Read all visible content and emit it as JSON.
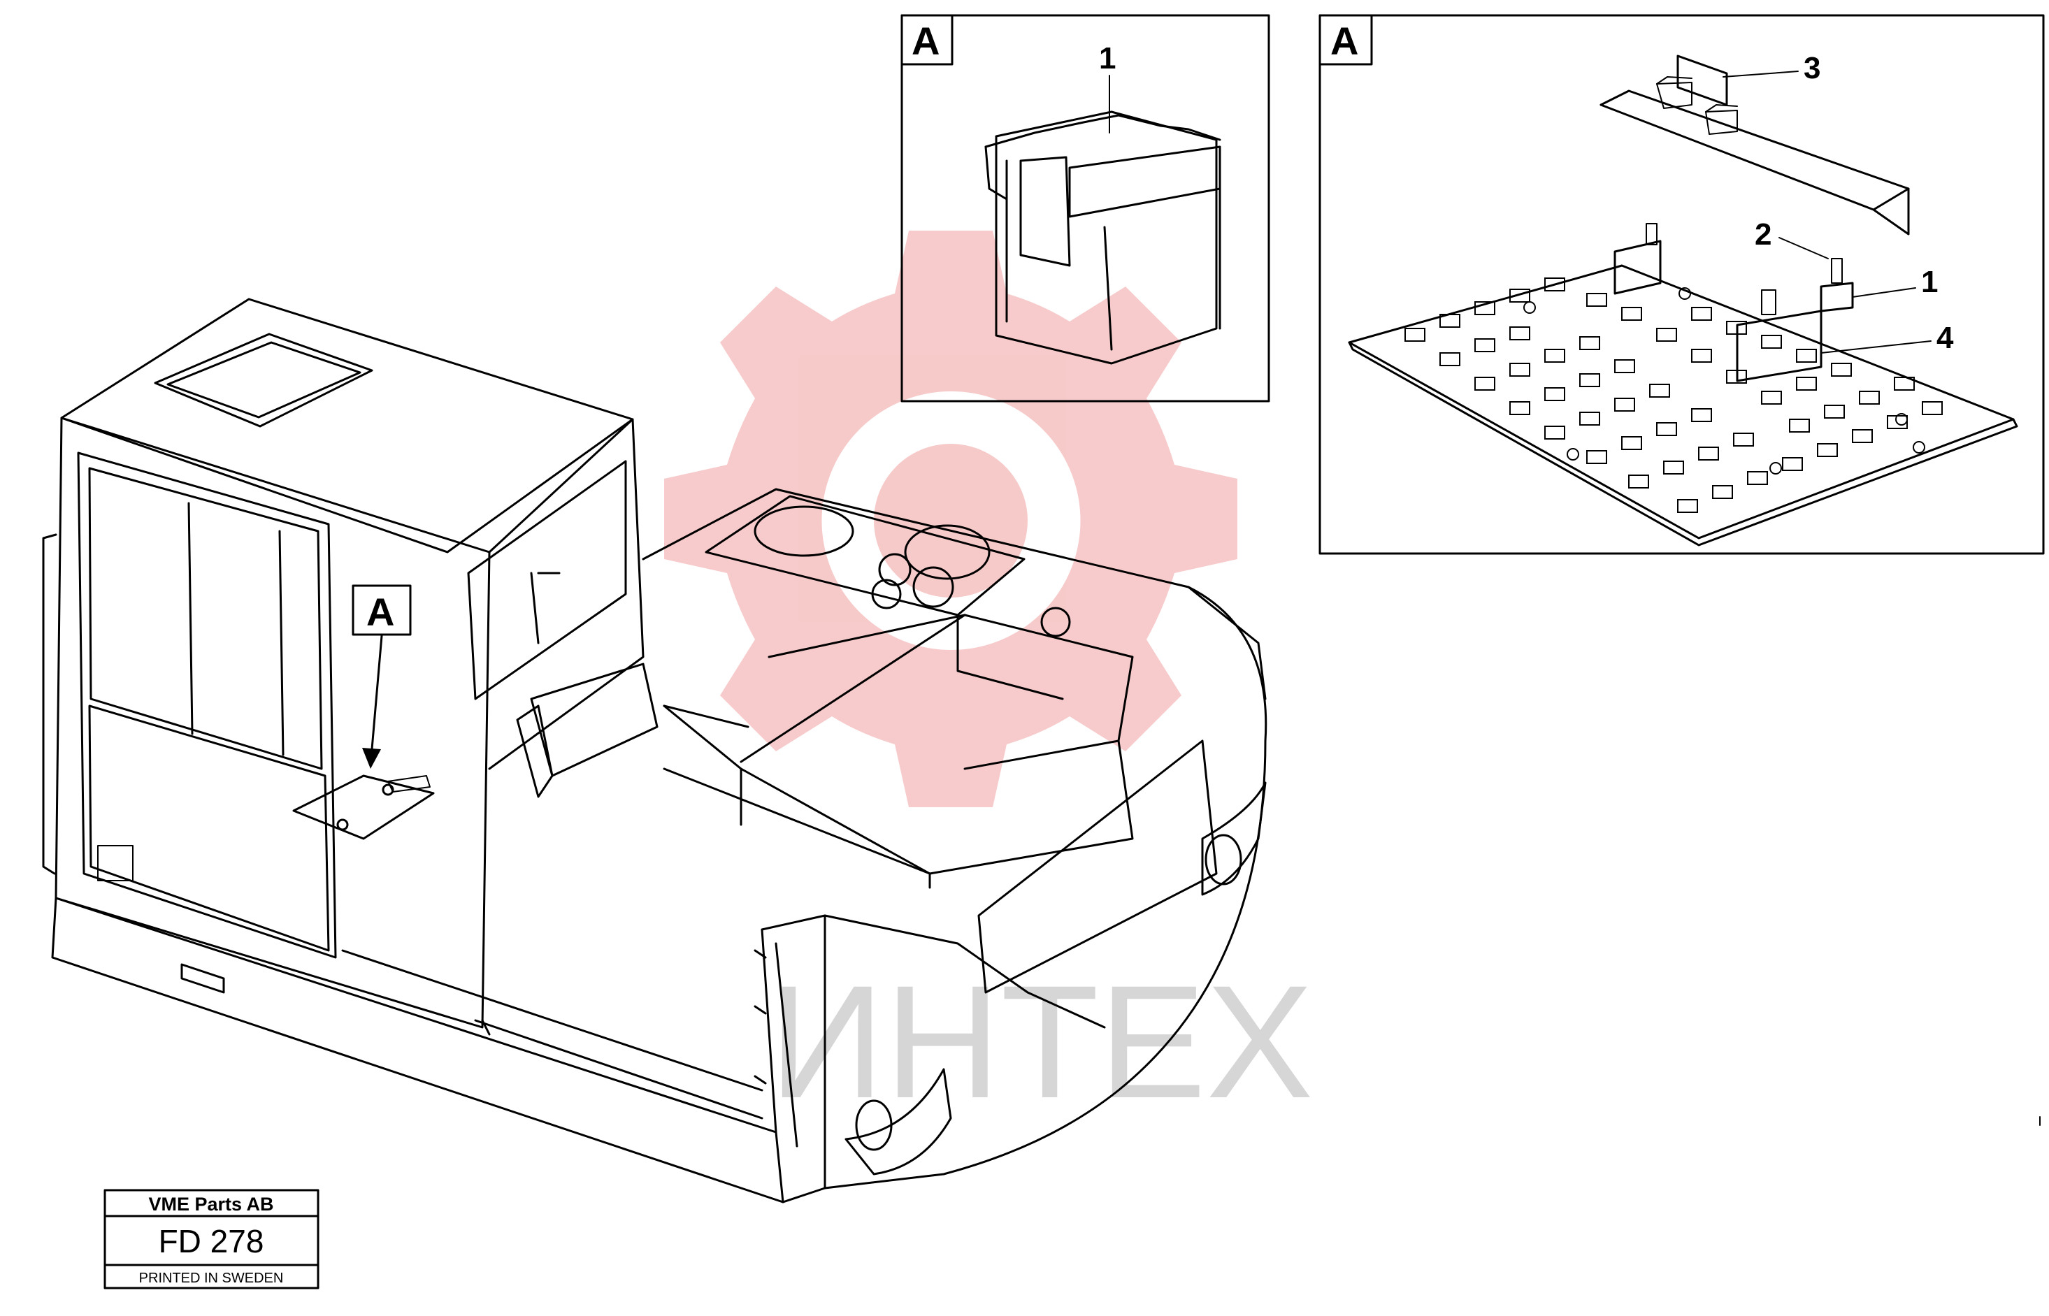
{
  "watermark": {
    "text": "ИНТЕХ",
    "color": "#f7c8c8",
    "text_color": "#d6d6d6"
  },
  "main_view": {
    "callout_label": "A"
  },
  "detail_left": {
    "label": "A",
    "callouts": [
      "1"
    ]
  },
  "detail_right": {
    "label": "A",
    "callouts": [
      "3",
      "2",
      "1",
      "4"
    ]
  },
  "title_block": {
    "company": "VME Parts AB",
    "code": "FD 278",
    "printed": "PRINTED IN SWEDEN"
  }
}
